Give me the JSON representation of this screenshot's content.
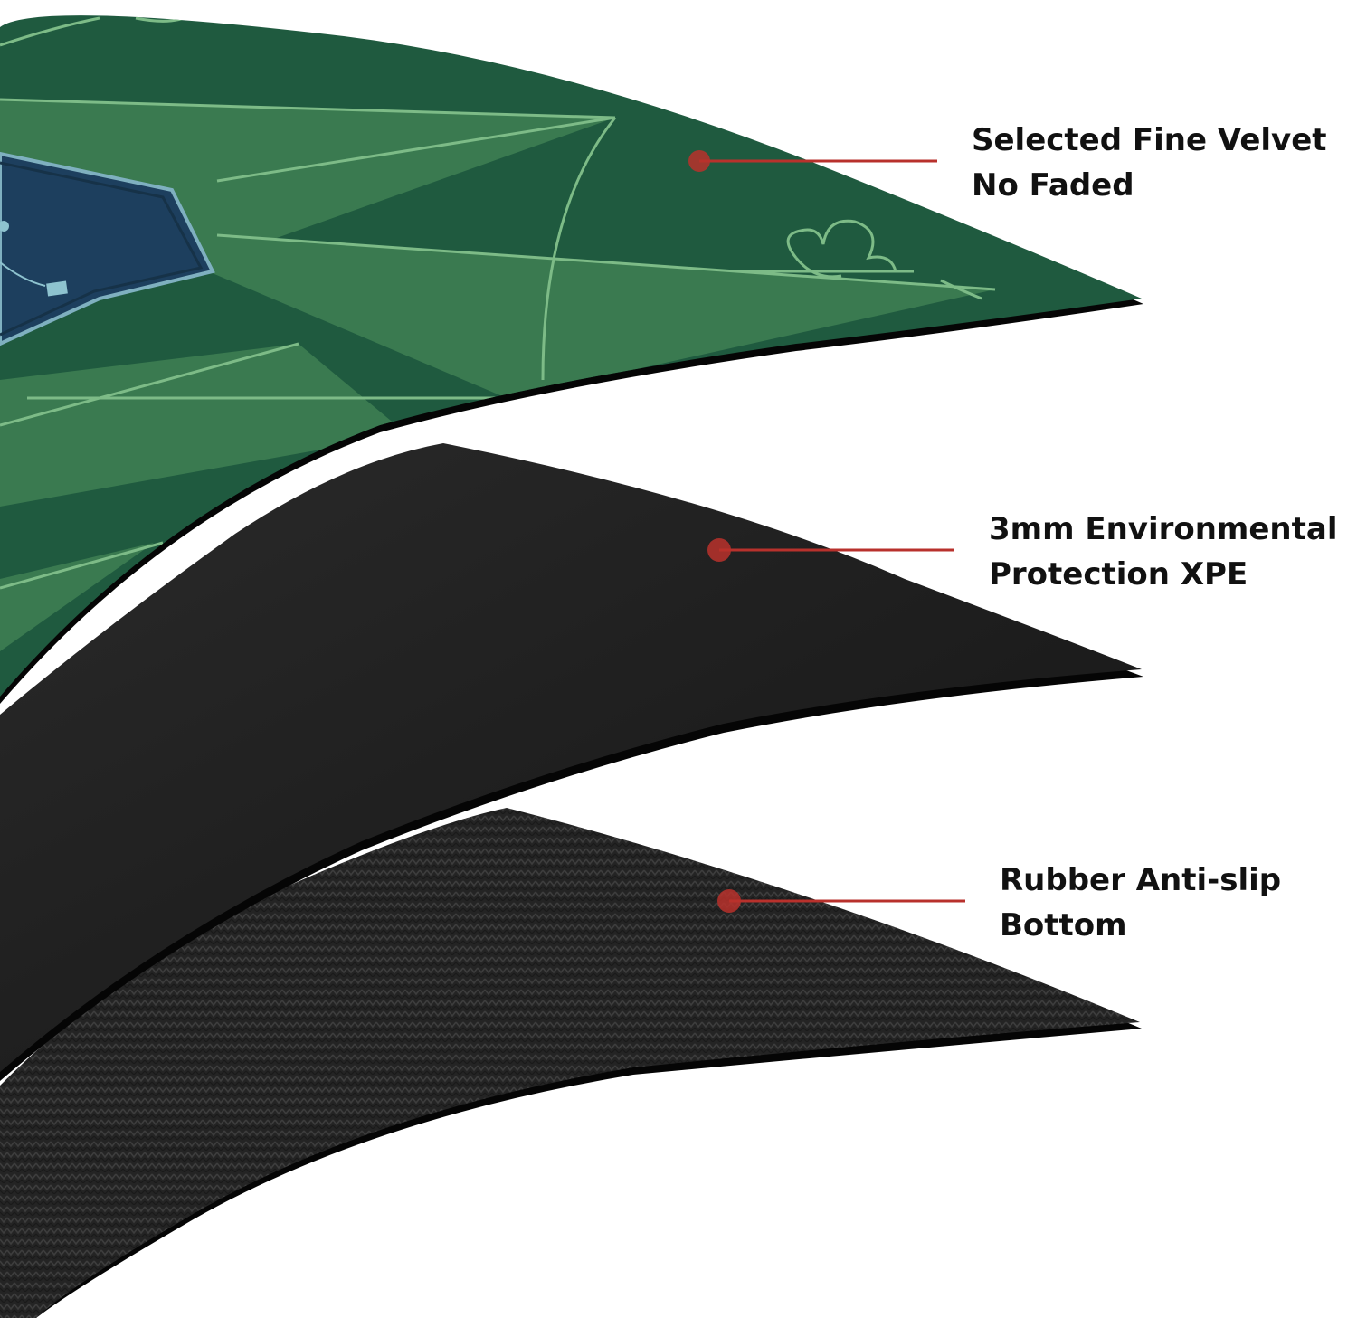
{
  "callouts": {
    "velvet": {
      "line1": "Selected Fine Velvet",
      "line2": "No Faded"
    },
    "xpe": {
      "line1": "3mm Environmental",
      "line2": "Protection XPE"
    },
    "rubber": {
      "line1": "Rubber Anti-slip",
      "line2": "Bottom"
    }
  },
  "colors": {
    "background": "#ffffff",
    "felt_dark": "#1f5a3f",
    "felt_light": "#3a7a50",
    "felt_line": "#7dbb87",
    "felt_navy": "#1d3f5e",
    "foam": "#1c1c1c",
    "rubber": "#262626",
    "marker_red": "#b8312c",
    "text": "#111111"
  }
}
